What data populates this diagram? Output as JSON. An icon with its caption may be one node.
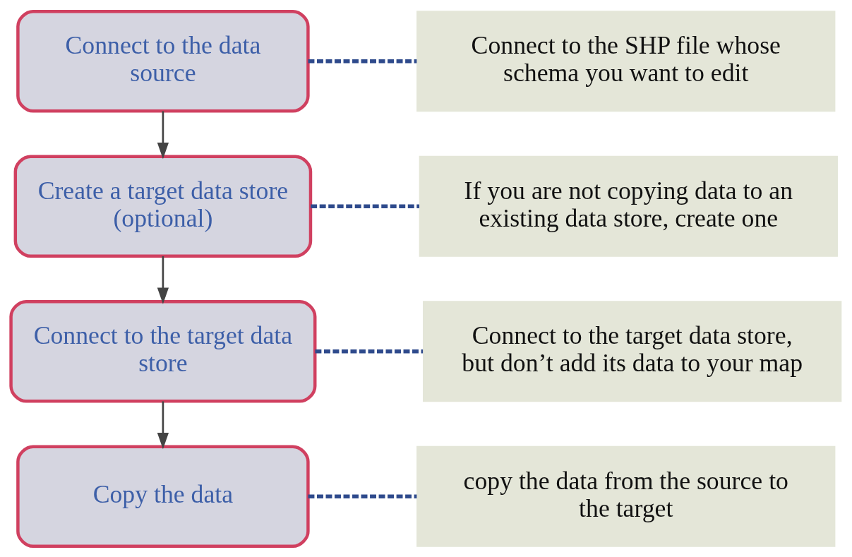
{
  "diagram": {
    "nodes": [
      {
        "text": [
          "Connect to the data source"
        ]
      },
      {
        "text": [
          "Create a target data store (optional)"
        ]
      },
      {
        "text": [
          "Connect to the target data store"
        ]
      },
      {
        "text": [
          "Copy the data"
        ]
      },
      {
        "text": [
          "Connect to the SHP file whose schema you want to edit"
        ]
      },
      {
        "text": [
          "If you are not copying data to an existing data store, create one"
        ]
      },
      {
        "text": [
          "Connect to the target data store, but don’t add its data to your map"
        ]
      },
      {
        "text": [
          "copy the data from the source to the target"
        ]
      }
    ],
    "edges": [
      {
        "from": 0,
        "to": 1,
        "arrow": "to"
      },
      {
        "from": 1,
        "to": 2,
        "arrow": "to"
      },
      {
        "from": 2,
        "to": 3,
        "arrow": "to"
      },
      {
        "from": 0,
        "to": 4,
        "arrow": "none",
        "style": "dashed",
        "color": "#2e4a8c"
      },
      {
        "from": 1,
        "to": 5,
        "arrow": "none",
        "style": "dashed",
        "color": "#2e4a8c"
      },
      {
        "from": 2,
        "to": 6,
        "arrow": "none",
        "style": "dashed",
        "color": "#2e4a8c"
      },
      {
        "from": 3,
        "to": 7,
        "arrow": "none",
        "style": "dashed",
        "color": "#2e4a8c"
      }
    ]
  }
}
